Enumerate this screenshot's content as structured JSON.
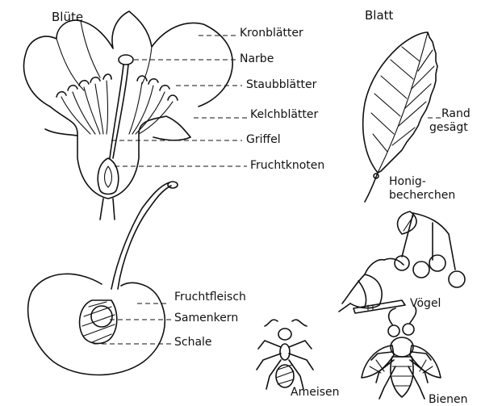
{
  "titles": {
    "flower": "Blüte",
    "leaf": "Blatt"
  },
  "flower_labels": {
    "petals": "Kronblätter",
    "stigma": "Narbe",
    "stamens": "Staubblätter",
    "sepals": "Kelchblätter",
    "style": "Griffel",
    "ovary": "Fruchtknoten"
  },
  "leaf_labels": {
    "margin_1": "Rand",
    "margin_2": "gesägt",
    "gland_1": "Honig-",
    "gland_2": "becherchen"
  },
  "fruit_labels": {
    "flesh": "Fruchtfleisch",
    "kernel": "Samenkern",
    "shell": "Schale"
  },
  "animal_labels": {
    "birds": "Vögel",
    "ants": "Ameisen",
    "bees": "Bienen"
  }
}
